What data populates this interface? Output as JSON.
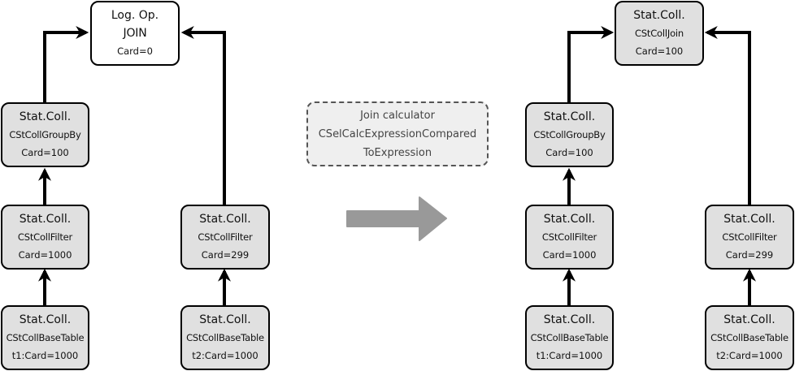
{
  "before": {
    "join": {
      "line1": "Log. Op.",
      "line2": "JOIN",
      "line3": "Card=0"
    },
    "left_groupby": {
      "line1": "Stat.Coll.",
      "line2": "CStCollGroupBy",
      "line3": "Card=100"
    },
    "left_filter": {
      "line1": "Stat.Coll.",
      "line2": "CStCollFilter",
      "line3": "Card=1000"
    },
    "left_base": {
      "line1": "Stat.Coll.",
      "line2": "CStCollBaseTable",
      "line3": "t1:Card=1000"
    },
    "right_filter": {
      "line1": "Stat.Coll.",
      "line2": "CStCollFilter",
      "line3": "Card=299"
    },
    "right_base": {
      "line1": "Stat.Coll.",
      "line2": "CStCollBaseTable",
      "line3": "t2:Card=1000"
    }
  },
  "calculator": {
    "line1": "Join calculator",
    "line2": "CSelCalcExpressionCompared",
    "line3": "ToExpression"
  },
  "after": {
    "join": {
      "line1": "Stat.Coll.",
      "line2": "CStCollJoin",
      "line3": "Card=100"
    },
    "left_groupby": {
      "line1": "Stat.Coll.",
      "line2": "CStCollGroupBy",
      "line3": "Card=100"
    },
    "left_filter": {
      "line1": "Stat.Coll.",
      "line2": "CStCollFilter",
      "line3": "Card=1000"
    },
    "left_base": {
      "line1": "Stat.Coll.",
      "line2": "CStCollBaseTable",
      "line3": "t1:Card=1000"
    },
    "right_filter": {
      "line1": "Stat.Coll.",
      "line2": "CStCollFilter",
      "line3": "Card=299"
    },
    "right_base": {
      "line1": "Stat.Coll.",
      "line2": "CStCollBaseTable",
      "line3": "t2:Card=1000"
    }
  },
  "colors": {
    "node_fill": "#e0e0e0",
    "transform_arrow": "#999999",
    "calc_border": "#555555"
  }
}
